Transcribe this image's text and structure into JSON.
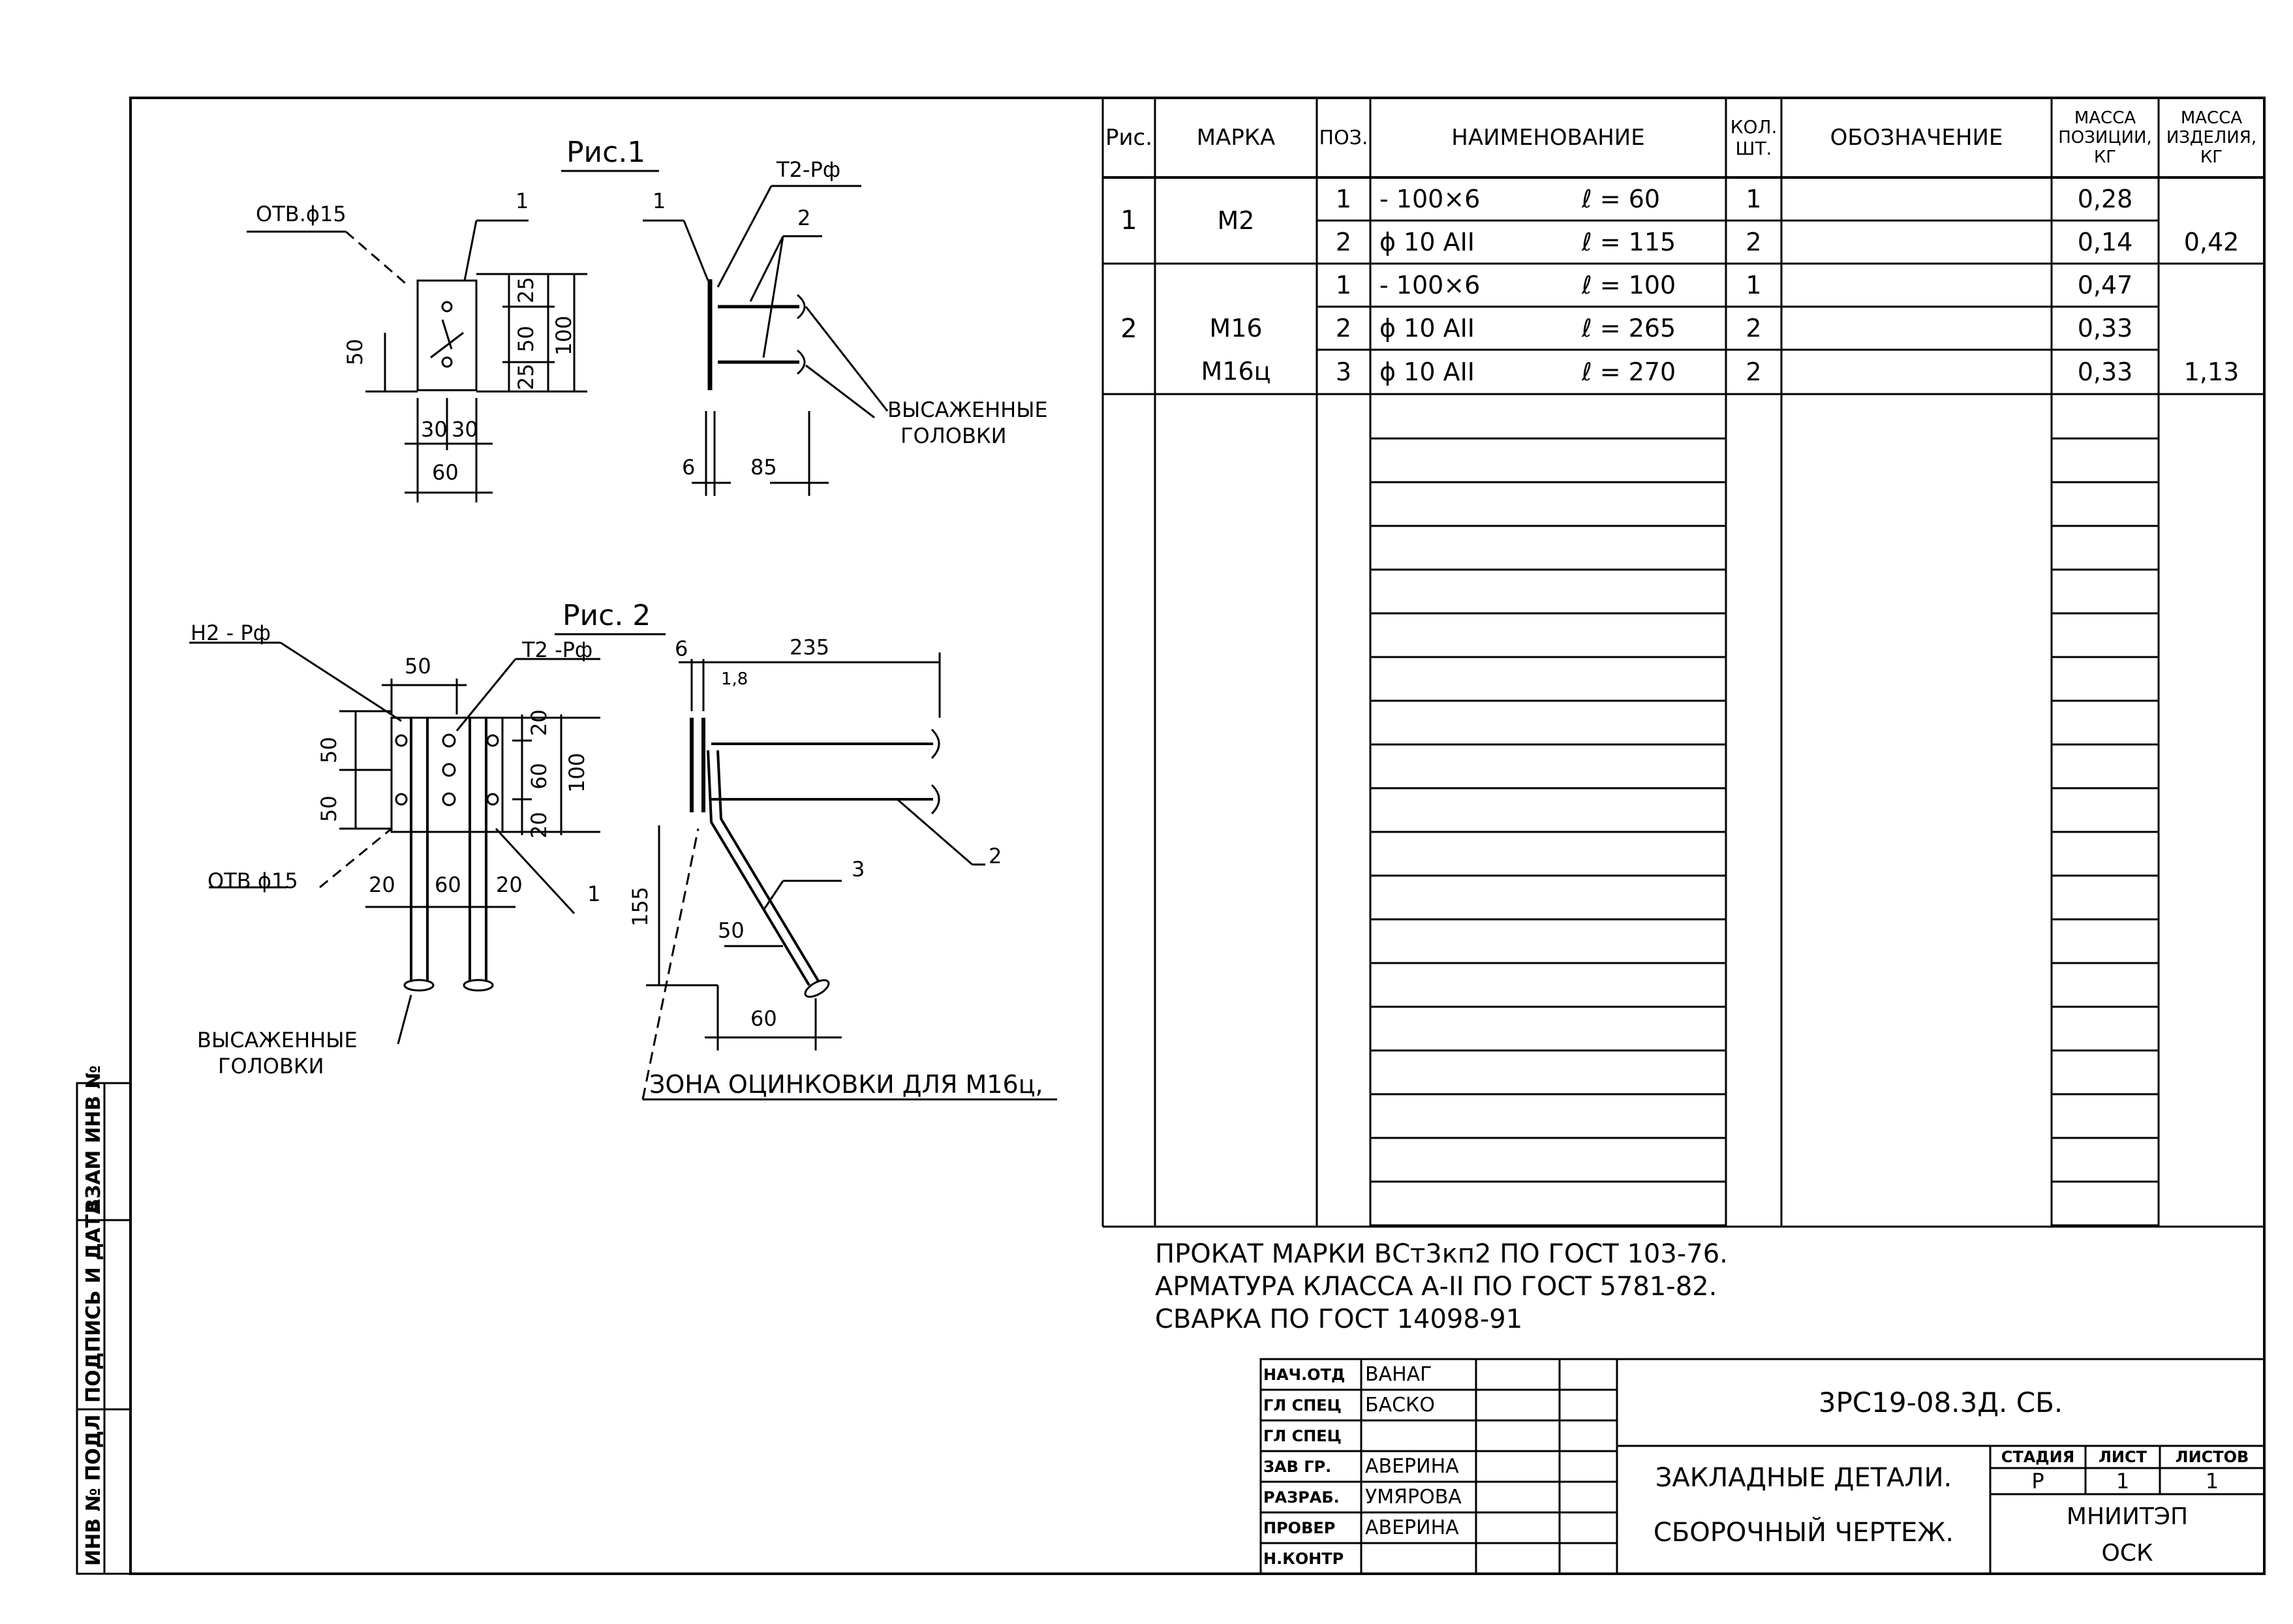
{
  "fig1": {
    "title": "Рис.1",
    "hole": "ОТВ.ϕ15",
    "pos1_front": "1",
    "pos1_side": "1",
    "pos2": "2",
    "weld": "Т2-Рф",
    "dim_50": "50",
    "dim_25a": "25",
    "dim_50b": "50",
    "dim_25b": "25",
    "dim_100": "100",
    "dim_30a": "30",
    "dim_30b": "30",
    "dim_60": "60",
    "dim_6": "6",
    "dim_85": "85",
    "heads": [
      "ВЫСАЖЕННЫЕ",
      "ГОЛОВКИ"
    ]
  },
  "fig2": {
    "title": "Рис. 2",
    "weld_h": "Н2 - Рф",
    "weld_t": "Т2 -Рф",
    "hole": "ОТВ ϕ15",
    "dim_50top": "50",
    "dim_50a": "50",
    "dim_50b": "50",
    "dim_20a": "20",
    "dim_60v": "60",
    "dim_20b": "20",
    "dim_100": "100",
    "dim_20c": "20",
    "dim_60h": "60",
    "dim_20d": "20",
    "pos1": "1",
    "dim_6": "6",
    "dim_1_8": "1,8",
    "dim_235": "235",
    "pos2": "2",
    "pos3": "3",
    "dim_155": "155",
    "dim_50diag": "50",
    "dim_60bot": "60",
    "heads": [
      "ВЫСАЖЕННЫЕ",
      "ГОЛОВКИ"
    ],
    "zone": "ЗОНА ОЦИНКОВКИ ДЛЯ М16ц,"
  },
  "spec": {
    "headers": {
      "fig": "Рис.",
      "mark": "МАРКА",
      "pos": "ПОЗ.",
      "name": "НАИМЕНОВАНИЕ",
      "qty": [
        "КОЛ.",
        "ШТ."
      ],
      "designation": "ОБОЗНАЧЕНИЕ",
      "mass_pos": [
        "МАССА",
        "ПОЗИЦИИ,",
        "КГ"
      ],
      "mass_item": [
        "МАССА",
        "ИЗДЕЛИЯ,",
        "КГ"
      ]
    },
    "group1": {
      "fig": "1",
      "mark": "М2",
      "total": "0,42"
    },
    "group2": {
      "fig": "2",
      "marks": [
        "М16",
        "М16ц"
      ],
      "total": "1,13"
    },
    "rows": [
      {
        "pos": "1",
        "name": "- 100×6",
        "length": "ℓ = 60",
        "qty": "1",
        "mass": "0,28"
      },
      {
        "pos": "2",
        "name": "ϕ 10 АII",
        "length": "ℓ = 115",
        "qty": "2",
        "mass": "0,14"
      },
      {
        "pos": "1",
        "name": "- 100×6",
        "length": "ℓ = 100",
        "qty": "1",
        "mass": "0,47"
      },
      {
        "pos": "2",
        "name": "ϕ 10 АII",
        "length": "ℓ = 265",
        "qty": "2",
        "mass": "0,33"
      },
      {
        "pos": "3",
        "name": "ϕ 10 АII",
        "length": "ℓ = 270",
        "qty": "2",
        "mass": "0,33"
      }
    ]
  },
  "notes": [
    "ПРОКАТ МАРКИ ВСт3кп2 ПО ГОСТ 103-76.",
    "АРМАТУРА КЛАССА А-II ПО ГОСТ 5781-82.",
    "СВАРКА ПО ГОСТ 14098-91"
  ],
  "title_block": {
    "roles": [
      "НАЧ.ОТД",
      "ГЛ СПЕЦ",
      "ГЛ СПЕЦ",
      "ЗАВ ГР.",
      "РАЗРАБ.",
      "ПРОВЕР",
      "Н.КОНТР"
    ],
    "names": [
      "ВАНАГ",
      "БАСКО",
      "",
      "АВЕРИНА",
      "УМЯРОВА",
      "АВЕРИНА",
      ""
    ],
    "code": "3РС19-08.3Д. СБ.",
    "title1": "ЗАКЛАДНЫЕ ДЕТАЛИ.",
    "title2": "СБОРОЧНЫЙ ЧЕРТЕЖ.",
    "stage_label": "СТАДИЯ",
    "sheet_label": "ЛИСТ",
    "sheets_label": "ЛИСТОВ",
    "stage": "Р",
    "sheet": "1",
    "sheets": "1",
    "org1": "МНИИТЭП",
    "org2": "ОСК"
  },
  "side_stamp": {
    "inv_orig": "ИНВ № ПОДЛ",
    "sign_date": "ПОДПИСЬ И ДАТА",
    "inv_repl": "ВЗАМ ИНВ №"
  }
}
